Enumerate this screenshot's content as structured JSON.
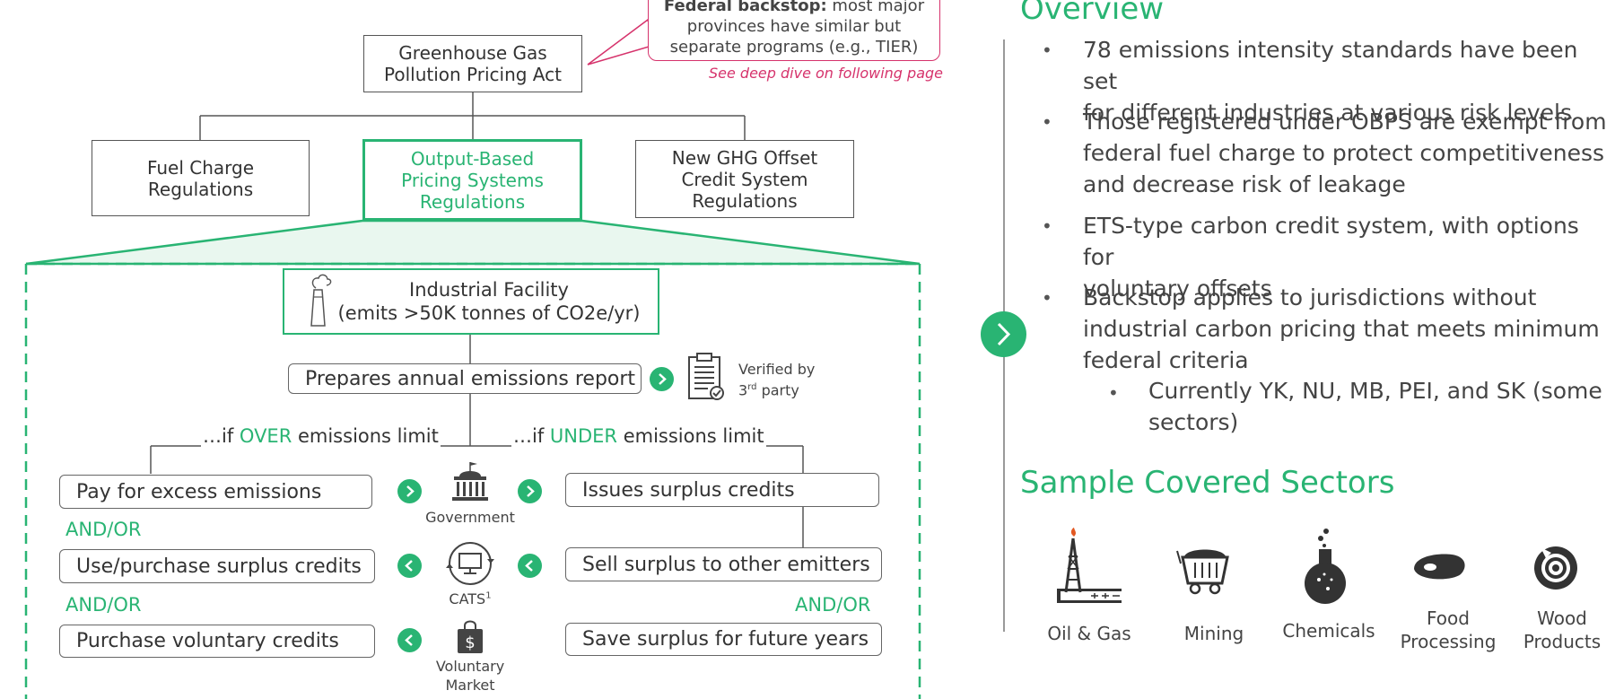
{
  "callout": {
    "bold": "Federal backstop:",
    "text1": " most major",
    "text2": "provinces have similar but",
    "text3": "separate programs (e.g., TIER)",
    "deep_dive": "See deep dive on following page"
  },
  "act": {
    "line1": "Greenhouse Gas",
    "line2": "Pollution Pricing Act"
  },
  "regs": {
    "fuel": {
      "line1": "Fuel Charge",
      "line2": "Regulations"
    },
    "obps": {
      "line1": "Output-Based",
      "line2": "Pricing Systems",
      "line3": "Regulations"
    },
    "offset": {
      "line1": "New GHG Offset",
      "line2": "Credit System",
      "line3": "Regulations"
    }
  },
  "facility": {
    "line1": "Industrial Facility",
    "line2": "(emits >50K tonnes of CO2e/yr)"
  },
  "report": {
    "label": "Prepares annual emissions report",
    "verified1": "Verified by",
    "verified2_num": "3",
    "verified2_sup": "rd",
    "verified2_rest": " party"
  },
  "branches": {
    "over_pre": "…if ",
    "over_key": "OVER",
    "over_post": " emissions limit",
    "under_pre": "…if ",
    "under_key": "UNDER",
    "under_post": " emissions limit"
  },
  "left_options": [
    "Pay for excess emissions",
    "Use/purchase surplus credits",
    "Purchase voluntary credits"
  ],
  "right_options": [
    "Issues surplus credits",
    "Sell surplus to other emitters",
    "Save surplus for future years"
  ],
  "andor": "AND/OR",
  "center": {
    "government": "Government",
    "cats": "CATS",
    "cats_sup": "1",
    "voluntary1": "Voluntary",
    "voluntary2": "Market"
  },
  "overview": {
    "title": "Overview",
    "bullets": [
      [
        "78 emissions intensity standards have been set",
        "for different industries at various risk levels"
      ],
      [
        "Those registered under OBPS are exempt from",
        "federal fuel charge to protect competitiveness",
        "and decrease risk of leakage"
      ],
      [
        "ETS-type carbon credit system, with options for",
        "voluntary offsets"
      ],
      [
        "Backstop applies to jurisdictions without",
        "industrial carbon pricing that meets minimum",
        "federal criteria"
      ]
    ],
    "sub_bullet": [
      "Currently YK, NU, MB, PEI, and SK (some",
      "sectors)"
    ]
  },
  "sectors": {
    "title": "Sample Covered Sectors",
    "items": [
      {
        "label1": "Oil & Gas",
        "label2": "",
        "icon": "oil-rig-icon"
      },
      {
        "label1": "Mining",
        "label2": "",
        "icon": "mine-cart-icon"
      },
      {
        "label1": "Chemicals",
        "label2": "",
        "icon": "flask-icon"
      },
      {
        "label1": "Food",
        "label2": "Processing",
        "icon": "meat-icon"
      },
      {
        "label1": "Wood",
        "label2": "Products",
        "icon": "wood-ring-icon"
      }
    ]
  },
  "colors": {
    "accent": "#29b473",
    "callout": "#d6336c",
    "text": "#333333",
    "border": "#555555"
  }
}
